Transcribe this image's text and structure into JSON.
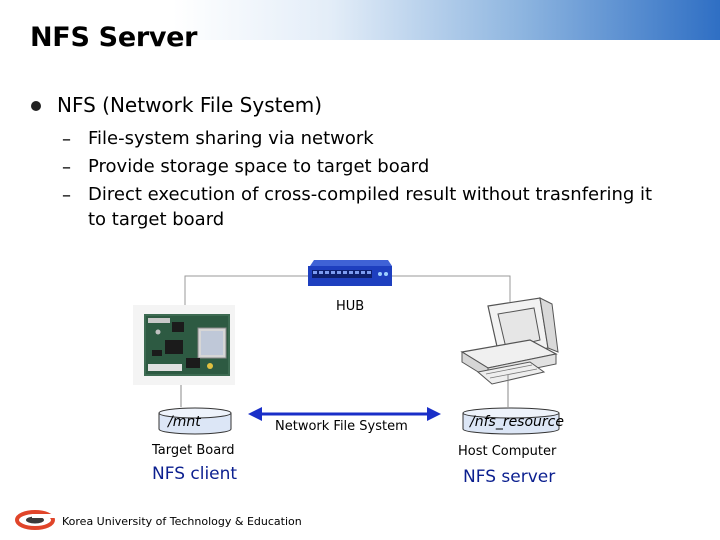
{
  "title": "NFS Server",
  "bullet": "NFS (Network File System)",
  "subitems": [
    "File-system sharing via network",
    "Provide storage space to target board",
    "Direct execution of cross-compiled result without trasnfering it",
    "to target board"
  ],
  "diagram": {
    "hub_label": "HUB",
    "client_dir": "/mnt",
    "server_dir": "/nfs_resource",
    "link_label": "Network File System",
    "target_label": "Target Board",
    "host_label": "Host Computer",
    "client_role": "NFS client",
    "server_role": "NFS server"
  },
  "footer": "Korea University of Technology & Education",
  "colors": {
    "role_text": "#0b1f8f",
    "arrow": "#1a2fc8",
    "hub": "#1e3fbf"
  }
}
